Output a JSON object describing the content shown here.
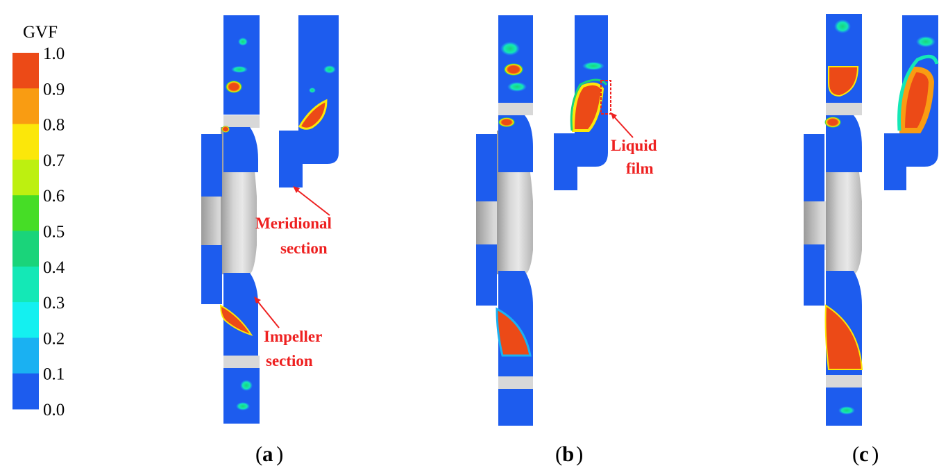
{
  "legend": {
    "title": "GVF",
    "ticks": [
      "1.0",
      "0.9",
      "0.8",
      "0.7",
      "0.6",
      "0.5",
      "0.4",
      "0.3",
      "0.2",
      "0.1",
      "0.0"
    ],
    "bands": [
      "#ec4a17",
      "#f99c12",
      "#fbe70a",
      "#bdf010",
      "#46dd26",
      "#1ad47a",
      "#14e8b6",
      "#14f0f0",
      "#1ab1f2",
      "#1d5cee"
    ]
  },
  "colors": {
    "liquid": "#1d5cee",
    "gas": "#ec4a17",
    "hub": "#c8c8c8",
    "annotation": "#ee2020"
  },
  "annotations": {
    "meridional": [
      "Meridional",
      "section"
    ],
    "impeller": [
      "Impeller",
      "section"
    ],
    "film": [
      "Liquid",
      "film"
    ]
  },
  "captions": {
    "a": [
      "(",
      "a",
      ")"
    ],
    "b": [
      "(",
      "b",
      ")"
    ],
    "c": [
      "(",
      "c",
      ")"
    ]
  }
}
